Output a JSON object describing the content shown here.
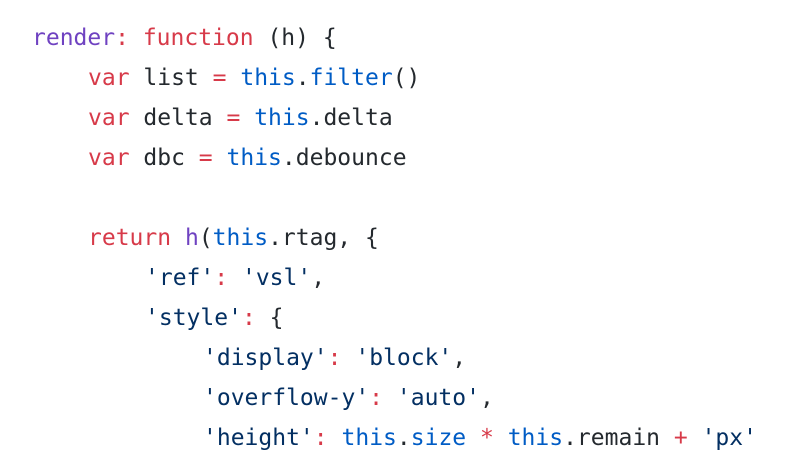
{
  "colors": {
    "background": "#ffffff",
    "text": "#24292e",
    "keyword": "#d73a49",
    "property": "#6f42c1",
    "this": "#005cc5",
    "string": "#032f62"
  },
  "code": {
    "line1": {
      "prop": "render",
      "colon": ":",
      "kw": "function",
      "rest": " (h) {"
    },
    "line2": {
      "kw": "var",
      "ident": " list ",
      "op": "=",
      "sp": " ",
      "self": "this",
      "dot": ".",
      "member": "filter",
      "rest": "()"
    },
    "line3": {
      "kw": "var",
      "ident": " delta ",
      "op": "=",
      "sp": " ",
      "self": "this",
      "dot": ".",
      "member": "delta"
    },
    "line4": {
      "kw": "var",
      "ident": " dbc ",
      "op": "=",
      "sp": " ",
      "self": "this",
      "dot": ".",
      "member": "debounce"
    },
    "line6": {
      "kw": "return",
      "sp": " ",
      "fn": "h",
      "paren": "(",
      "self": "this",
      "rest": ".rtag, {"
    },
    "line7": {
      "str1": "'ref'",
      "colon": ":",
      "sp": " ",
      "str2": "'vsl'",
      "rest": ","
    },
    "line8": {
      "str1": "'style'",
      "colon": ":",
      "rest": " {"
    },
    "line9": {
      "str1": "'display'",
      "colon": ":",
      "sp": " ",
      "str2": "'block'",
      "rest": ","
    },
    "line10": {
      "str1": "'overflow-y'",
      "colon": ":",
      "sp": " ",
      "str2": "'auto'",
      "rest": ","
    },
    "line11": {
      "str1": "'height'",
      "colon": ":",
      "sp": " ",
      "self1": "this",
      "dot1": ".",
      "member1": "size",
      "op1": " * ",
      "self2": "this",
      "rest2": ".remain",
      "op2": " + ",
      "str2": "'px'"
    }
  }
}
